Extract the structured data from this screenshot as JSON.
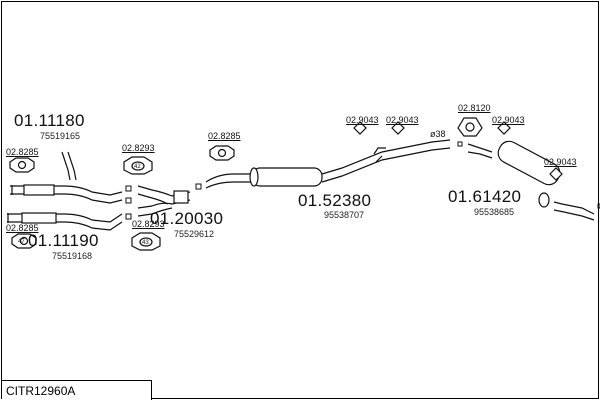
{
  "diagram_code": "CITR12960A",
  "parts": [
    {
      "id": "p1",
      "number": "01.11180",
      "oem": "75519165"
    },
    {
      "id": "p2",
      "number": "01.11190",
      "oem": "75519168"
    },
    {
      "id": "p3",
      "number": "01.20030",
      "oem": "75529612"
    },
    {
      "id": "p4",
      "number": "01.52380",
      "oem": "95538707"
    },
    {
      "id": "p5",
      "number": "01.61420",
      "oem": "95538685"
    }
  ],
  "fittings": [
    {
      "id": "f1",
      "code": "02.8285"
    },
    {
      "id": "f2",
      "code": "02.8293"
    },
    {
      "id": "f3",
      "code": "02.8285"
    },
    {
      "id": "f4",
      "code": "02.8285"
    },
    {
      "id": "f5",
      "code": "02.8293"
    },
    {
      "id": "f6",
      "code": "02.9043"
    },
    {
      "id": "f7",
      "code": "02.9043"
    },
    {
      "id": "f8",
      "code": "02.8120"
    },
    {
      "id": "f9",
      "code": "02.9043"
    },
    {
      "id": "f10",
      "code": "02.9043"
    }
  ],
  "pipe_diameter": "ø38",
  "icon_numbers": {
    "clamp_a": "47",
    "clamp_b": "42",
    "clamp_c": "43"
  }
}
